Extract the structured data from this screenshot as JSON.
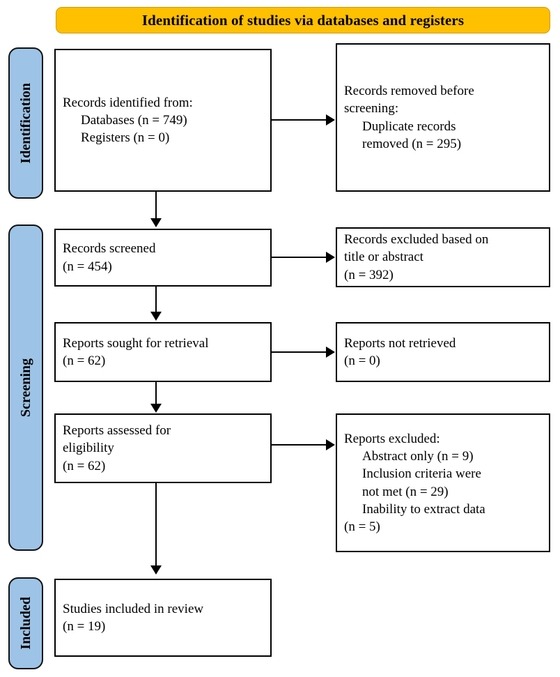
{
  "banner": {
    "title": "Identification of studies via databases and registers",
    "bg_color": "#FFC000"
  },
  "stages": {
    "bg_color": "#9DC3E6",
    "identification": "Identification",
    "screening": "Screening",
    "included": "Included"
  },
  "boxes": {
    "identified": {
      "lines": [
        "Records identified from:",
        "Databases (n = 749)",
        "Registers (n = 0)"
      ]
    },
    "removed": {
      "lines": [
        "Records removed ",
        "before screening",
        ":",
        "Duplicate records",
        "removed  (n = 295)"
      ],
      "line1_plain": "Records removed ",
      "line1_italic": "before",
      "line2_italic": "screening",
      "line2_plain": ":",
      "line3": "Duplicate records",
      "line4": "removed  (n = 295)"
    },
    "screened": {
      "lines": [
        "Records screened",
        "(n = 454)"
      ]
    },
    "excluded_title_abstract": {
      "lines": [
        "Records excluded based on",
        "title or abstract",
        "(n = 392)"
      ]
    },
    "sought_retrieval": {
      "lines": [
        "Reports sought for retrieval",
        "(n = 62)"
      ]
    },
    "not_retrieved": {
      "lines": [
        "Reports not retrieved",
        "(n = 0)"
      ]
    },
    "assessed_eligibility": {
      "lines": [
        "Reports assessed for",
        "eligibility",
        "(n = 62)"
      ]
    },
    "reports_excluded": {
      "lines": [
        "Reports excluded:",
        "Abstract only (n = 9)",
        "Inclusion criteria were",
        "not met (n = 29)",
        "Inability to extract data",
        "(n = 5)"
      ]
    },
    "studies_included": {
      "lines": [
        "Studies included in review",
        "(n = 19)"
      ]
    }
  },
  "chart_data": {
    "type": "diagram",
    "title": "Identification of studies via databases and registers",
    "flow": "PRISMA 2020 flow diagram",
    "stages": [
      "Identification",
      "Screening",
      "Included"
    ],
    "nodes": [
      {
        "id": "identified",
        "stage": "Identification",
        "label": "Records identified from: Databases (n = 749); Registers (n = 0)",
        "n_databases": 749,
        "n_registers": 0
      },
      {
        "id": "removed",
        "stage": "Identification",
        "label": "Records removed before screening: Duplicate records removed (n = 295)",
        "n": 295
      },
      {
        "id": "screened",
        "stage": "Screening",
        "label": "Records screened",
        "n": 454
      },
      {
        "id": "excluded_title_abstract",
        "stage": "Screening",
        "label": "Records excluded based on title or abstract",
        "n": 392
      },
      {
        "id": "sought_retrieval",
        "stage": "Screening",
        "label": "Reports sought for retrieval",
        "n": 62
      },
      {
        "id": "not_retrieved",
        "stage": "Screening",
        "label": "Reports not retrieved",
        "n": 0
      },
      {
        "id": "assessed_eligibility",
        "stage": "Screening",
        "label": "Reports assessed for eligibility",
        "n": 62
      },
      {
        "id": "reports_excluded",
        "stage": "Screening",
        "label": "Reports excluded",
        "reasons": [
          {
            "reason": "Abstract only",
            "n": 9
          },
          {
            "reason": "Inclusion criteria were not met",
            "n": 29
          },
          {
            "reason": "Inability to extract data",
            "n": 5
          }
        ]
      },
      {
        "id": "studies_included",
        "stage": "Included",
        "label": "Studies included in review",
        "n": 19
      }
    ],
    "edges": [
      {
        "from": "identified",
        "to": "removed"
      },
      {
        "from": "identified",
        "to": "screened"
      },
      {
        "from": "screened",
        "to": "excluded_title_abstract"
      },
      {
        "from": "screened",
        "to": "sought_retrieval"
      },
      {
        "from": "sought_retrieval",
        "to": "not_retrieved"
      },
      {
        "from": "sought_retrieval",
        "to": "assessed_eligibility"
      },
      {
        "from": "assessed_eligibility",
        "to": "reports_excluded"
      },
      {
        "from": "assessed_eligibility",
        "to": "studies_included"
      }
    ]
  }
}
